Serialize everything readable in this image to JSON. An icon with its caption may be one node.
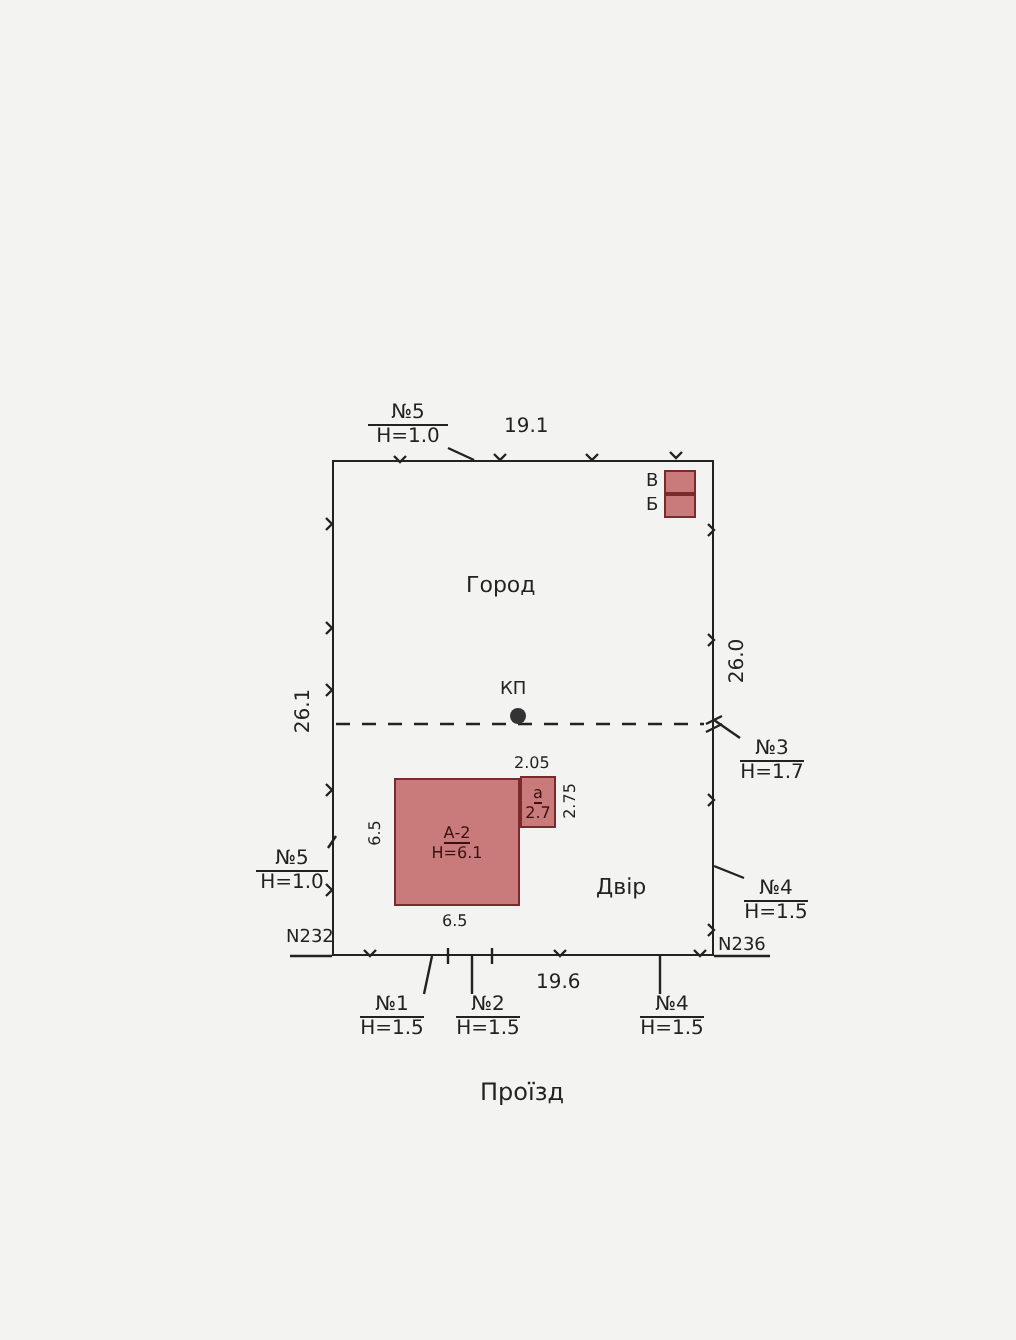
{
  "diagram": {
    "nodes": [
      {
        "text": [],
        "shape": "box"
      },
      {
        "text": [
          "№5",
          "Н=1.0"
        ]
      },
      {
        "text": [
          "В"
        ],
        "in": 0
      },
      {
        "text": [
          "Б"
        ],
        "in": 0
      },
      {
        "text": [],
        "shape": "circle",
        "beside": [
          "КП"
        ],
        "in": 0
      },
      {
        "text": [
          "№3",
          "Н=1.7"
        ]
      },
      {
        "text": [
          "А-2",
          "Н=6.1"
        ],
        "beside": [
          "6.5",
          "6.5"
        ],
        "in": 0
      },
      {
        "text": [
          "а",
          "2.7"
        ],
        "in": 0
      },
      {
        "text": [
          "№5",
          "Н=1.0"
        ]
      },
      {
        "text": [
          "№4",
          "Н=1.5"
        ]
      },
      {
        "text": [
          "№1",
          "Н=1.5"
        ]
      },
      {
        "text": [
          "№2",
          "Н=1.5"
        ]
      },
      {
        "text": [
          "№4",
          "Н=1.5"
        ]
      }
    ],
    "edges": [
      {
        "from": 1,
        "to": 0,
        "arrow": "none"
      },
      {
        "from": 5,
        "to": 0,
        "arrow": "none"
      },
      {
        "from": 8,
        "to": 0,
        "arrow": "none"
      },
      {
        "from": 9,
        "to": 0,
        "arrow": "none"
      },
      {
        "from": 10,
        "to": 0,
        "arrow": "none"
      },
      {
        "from": 11,
        "to": 0,
        "arrow": "none"
      },
      {
        "from": 12,
        "to": 0,
        "arrow": "none"
      }
    ],
    "labels": [
      "19.1",
      "Город",
      "26.1",
      "26.0",
      "2.05",
      "2.75",
      "Двір",
      "N232",
      "N236",
      "19.6",
      "Проїзд"
    ]
  }
}
